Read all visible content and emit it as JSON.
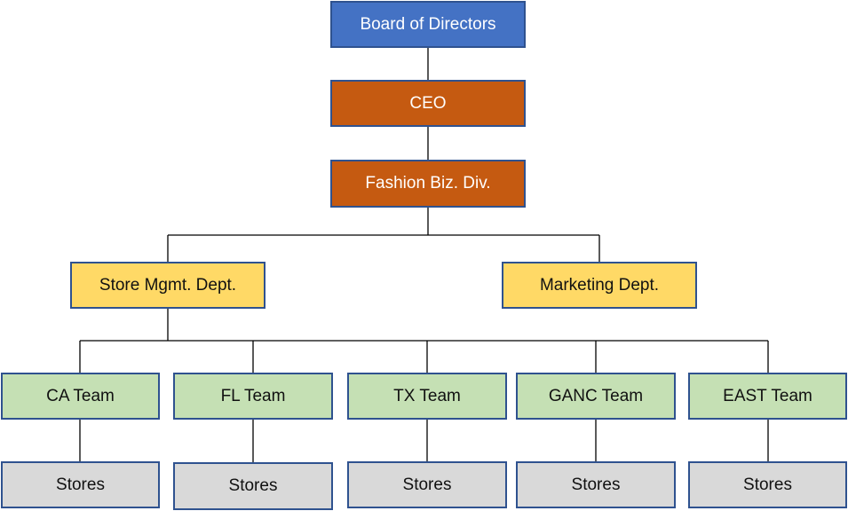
{
  "org_chart": {
    "board": {
      "label": "Board of Directors"
    },
    "ceo": {
      "label": "CEO"
    },
    "division": {
      "label": "Fashion Biz. Div."
    },
    "departments": [
      {
        "label": "Store Mgmt. Dept."
      },
      {
        "label": "Marketing Dept."
      }
    ],
    "teams": [
      {
        "label": "CA Team",
        "stores_label": "Stores"
      },
      {
        "label": "FL Team",
        "stores_label": "Stores"
      },
      {
        "label": "TX Team",
        "stores_label": "Stores"
      },
      {
        "label": "GANC Team",
        "stores_label": "Stores"
      },
      {
        "label": "EAST Team",
        "stores_label": "Stores"
      }
    ]
  },
  "colors": {
    "board": "#4472c4",
    "executive": "#c55a11",
    "department": "#ffd966",
    "team": "#c5e0b4",
    "stores": "#d9d9d9",
    "border": "#2f528f",
    "connector": "#000000"
  }
}
